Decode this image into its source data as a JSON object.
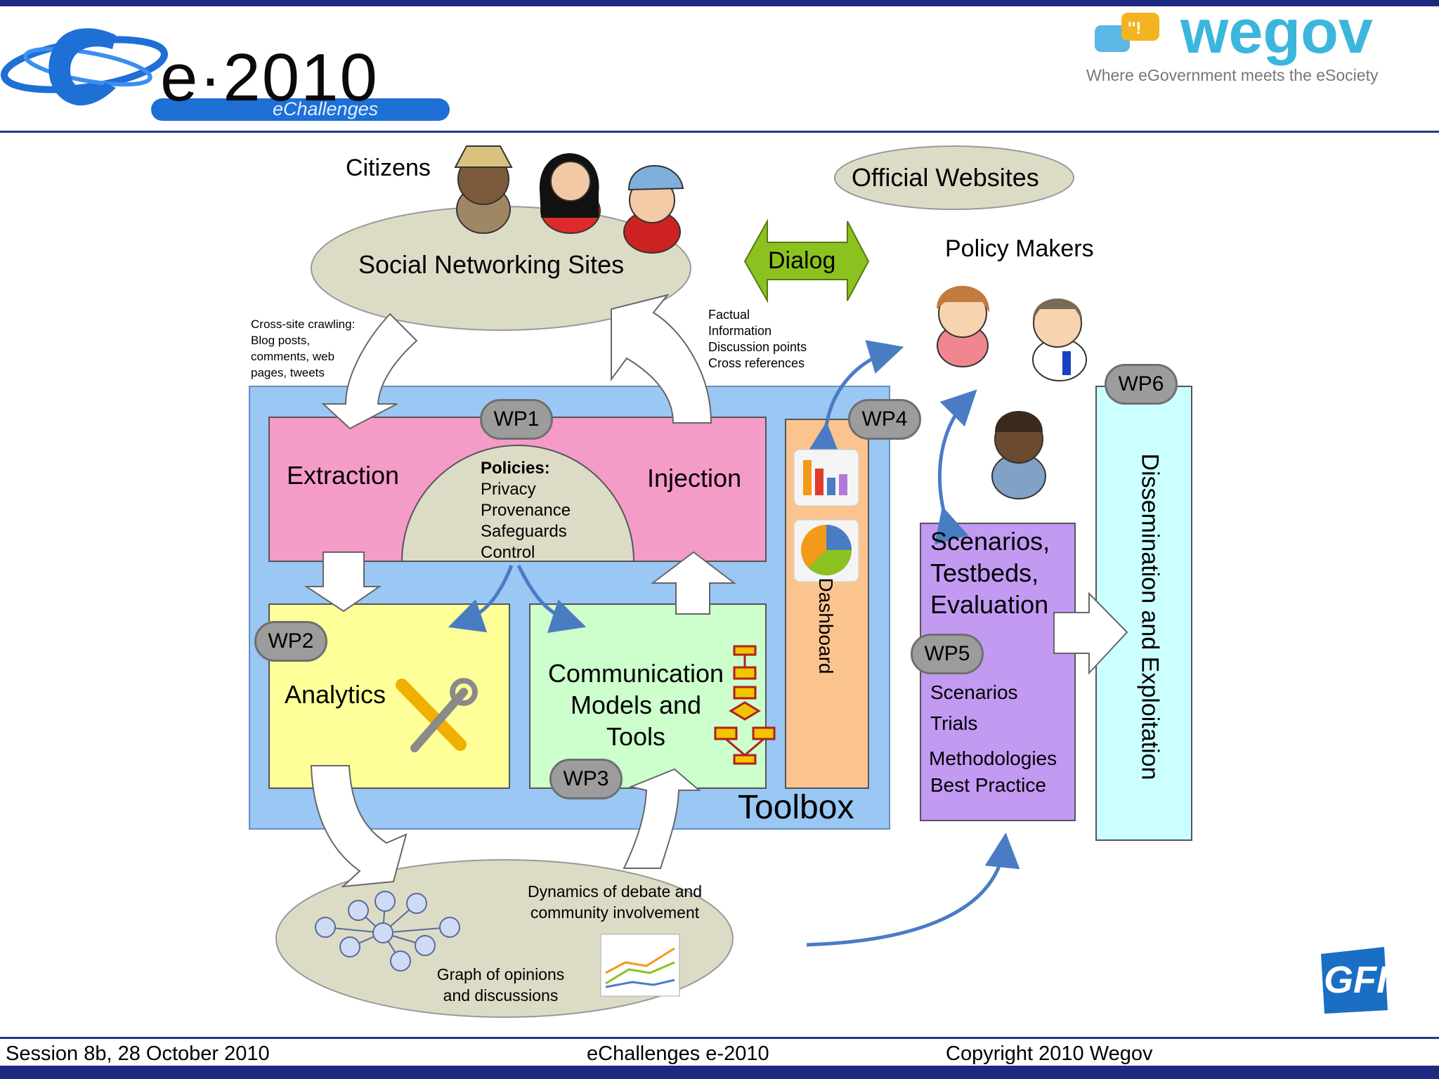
{
  "header": {
    "conference_logo_text": "e·2010",
    "conference_logo_sub": "eChallenges",
    "project_logo_text": "wegov",
    "project_tagline": "Where eGovernment meets the eSociety"
  },
  "diagram": {
    "citizens": "Citizens",
    "social_networking_sites": "Social Networking Sites",
    "official_websites": "Official Websites",
    "dialog": "Dialog",
    "policy_makers": "Policy Makers",
    "crawl_note": [
      "Cross-site crawling:",
      "Blog posts,",
      "comments, web",
      "pages, tweets"
    ],
    "factual_note": [
      "Factual",
      "Information",
      "Discussion points",
      "Cross references"
    ],
    "extraction": "Extraction",
    "injection": "Injection",
    "policies_title": "Policies:",
    "policies_items": [
      "Privacy",
      "Provenance",
      "Safeguards",
      "Control"
    ],
    "analytics": "Analytics",
    "communication": [
      "Communication",
      "Models and",
      "Tools"
    ],
    "dashboard": "Dashboard",
    "toolbox": "Toolbox",
    "scenarios_block": [
      "Scenarios,",
      "Testbeds,",
      "Evaluation"
    ],
    "scenarios_items": [
      "Scenarios",
      "Trials",
      "Methodologies",
      "Best Practice"
    ],
    "dissemination": "Dissemination and Exploitation",
    "dynamics": [
      "Dynamics of debate and",
      "community involvement"
    ],
    "graph_caption": [
      "Graph of opinions",
      "and discussions"
    ],
    "wp_labels": {
      "wp1": "WP1",
      "wp2": "WP2",
      "wp3": "WP3",
      "wp4": "WP4",
      "wp5": "WP5",
      "wp6": "WP6"
    },
    "gfi_logo": "GFI"
  },
  "footer": {
    "session": "Session 8b, 28 October 2010",
    "event": "eChallenges e-2010",
    "copyright": "Copyright 2010  Wegov"
  },
  "colors": {
    "navy": "#1b2a80",
    "toolbox_blue": "#9ac7f3",
    "wp1_pink": "#f59bc8",
    "analytics_yellow": "#ffff99",
    "comm_green": "#ccffcc",
    "dashboard_orange": "#fbc48f",
    "scenario_purple": "#c29af2",
    "dissemination_cyan": "#ccffff",
    "dialog_green": "#8cc21f",
    "ellipse_grey": "#dcdcc6"
  }
}
